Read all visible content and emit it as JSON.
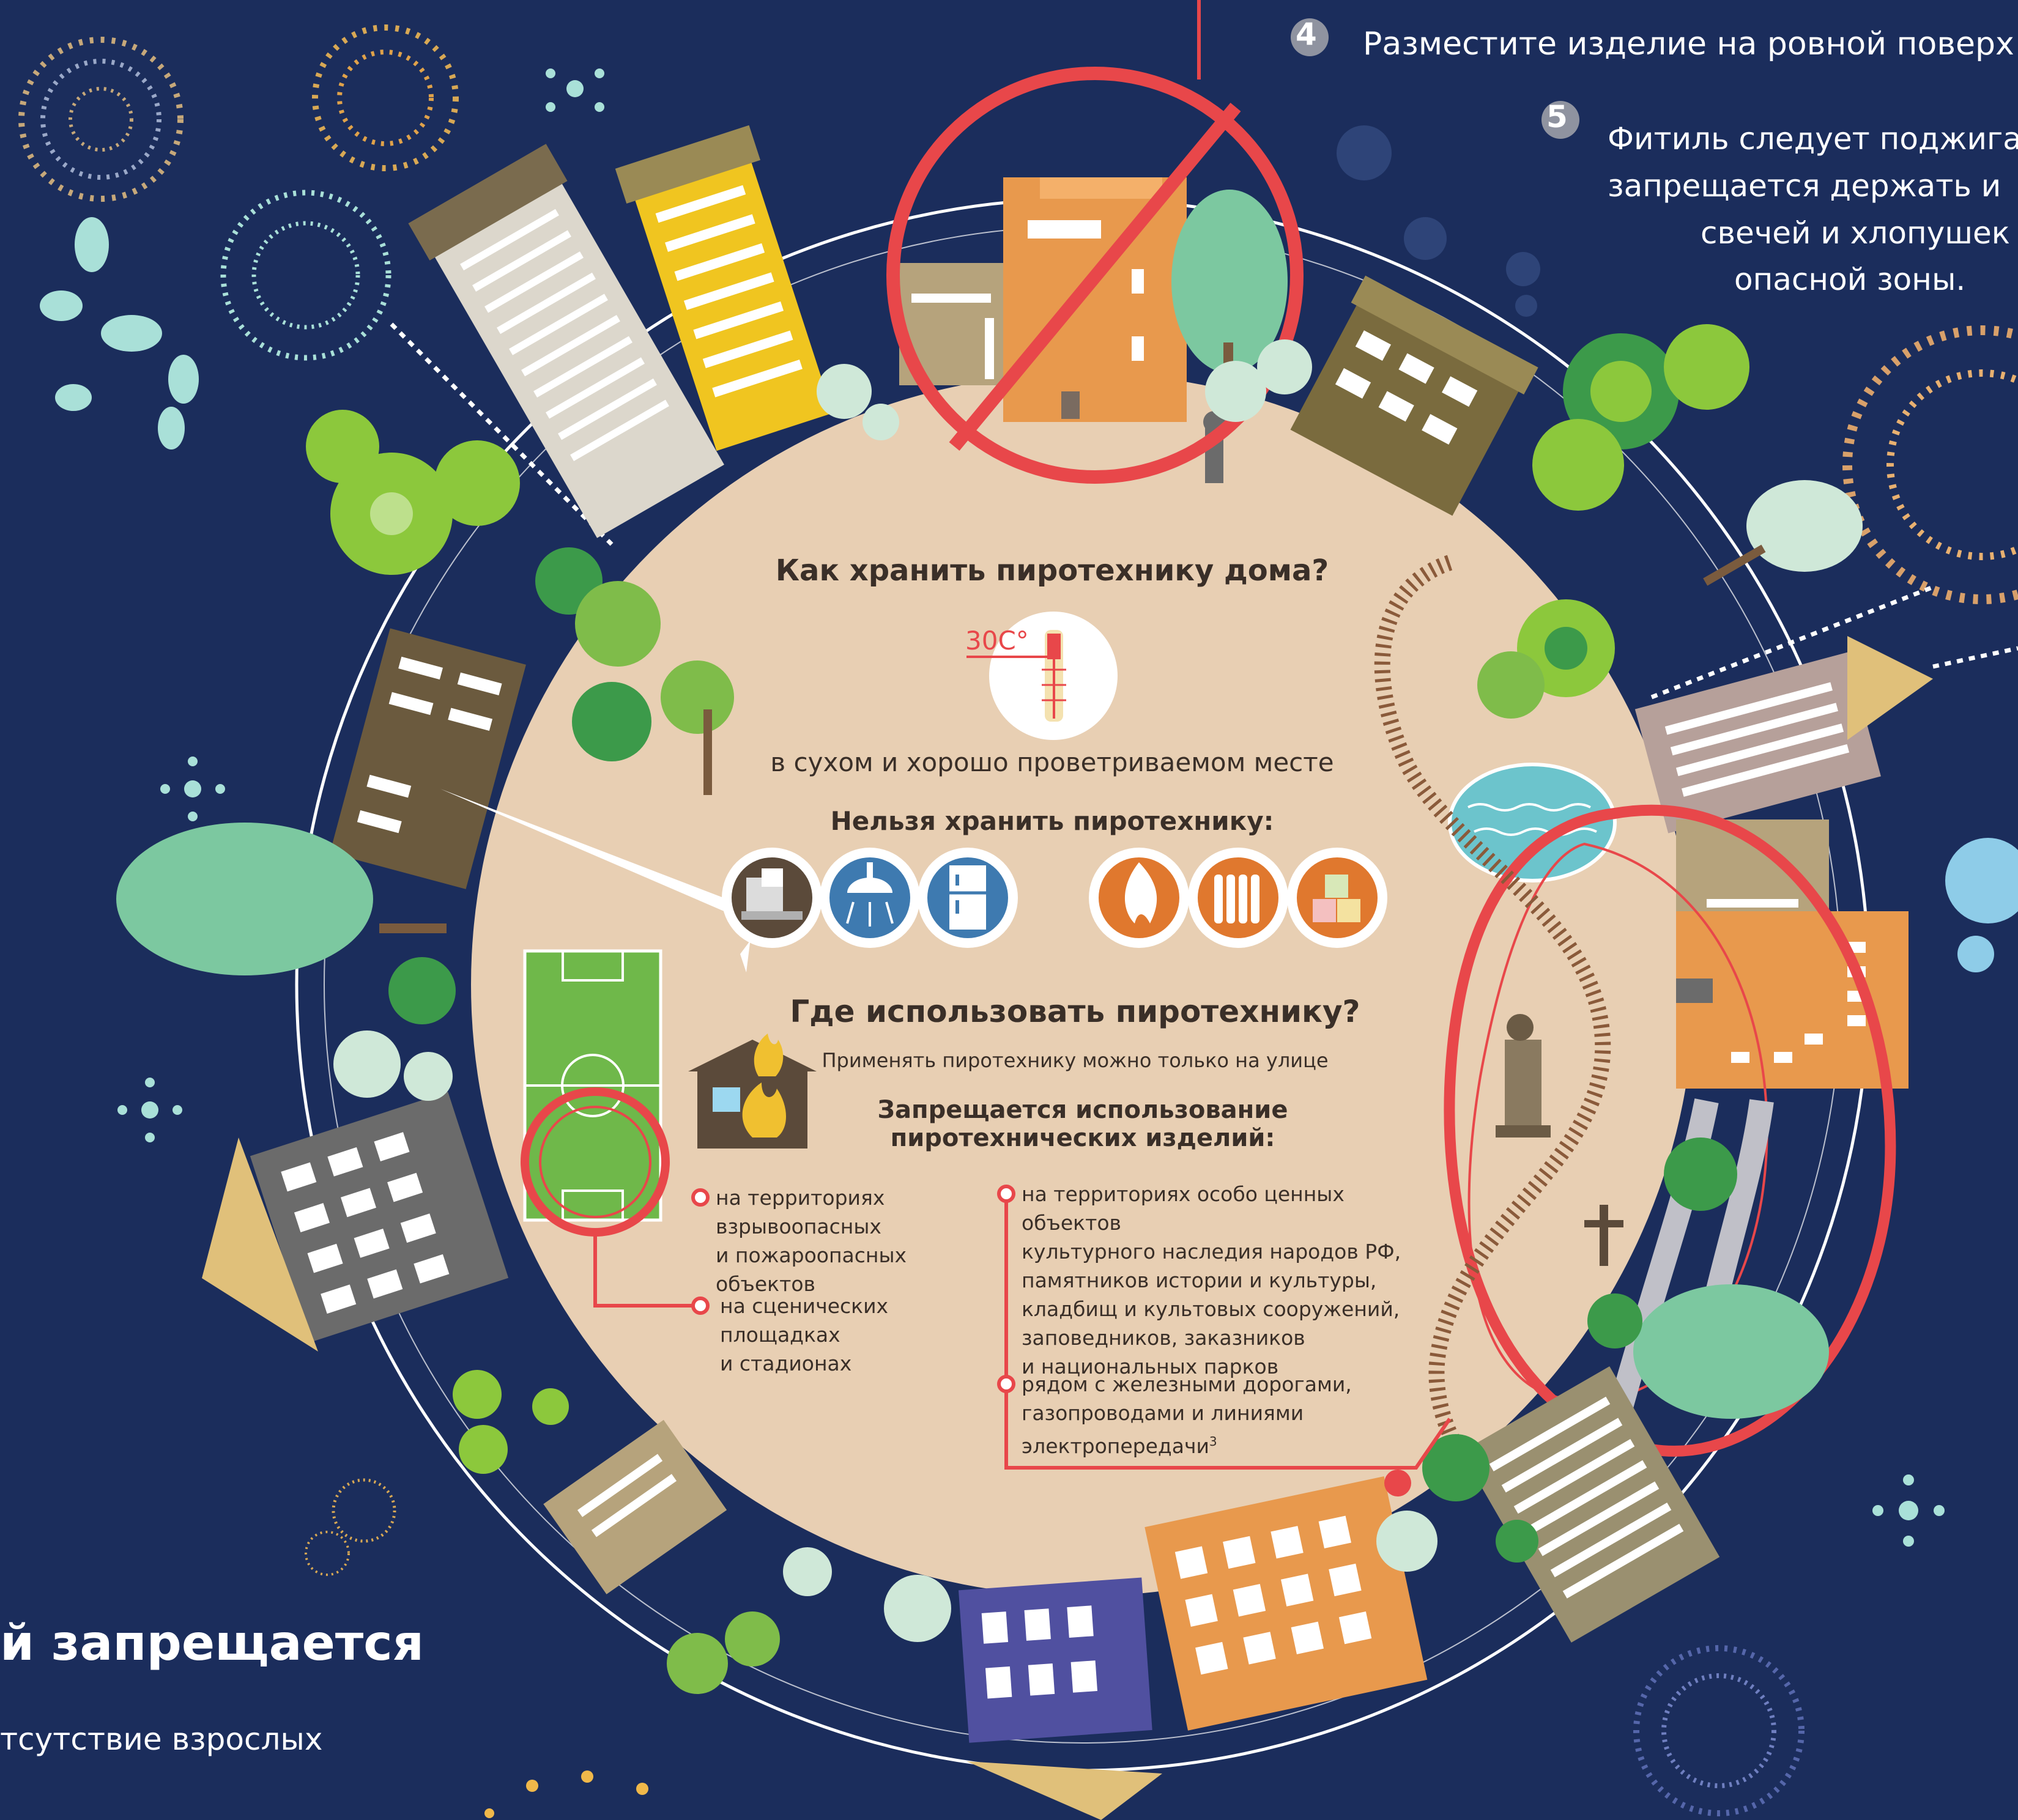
{
  "rules": {
    "rule4": {
      "number": "4",
      "text": "Разместите изделие на ровной поверх"
    },
    "rule5": {
      "number": "5",
      "lines": [
        "Фитиль следует поджига",
        "запрещается держать  и",
        "свечей и хлопушек",
        "опасной зоны."
      ]
    }
  },
  "storage": {
    "title": "Как хранить пиротехнику дома?",
    "temperature": "30С°",
    "condition": "в сухом и хорошо проветриваемом месте",
    "forbidden_title": "Нельзя хранить пиротехнику:",
    "forbidden_icons": [
      "storage-room-icon",
      "shower-icon",
      "fridge-icon",
      "fire-icon",
      "radiator-icon",
      "boxes-icon"
    ]
  },
  "usage": {
    "title": "Где использовать пиротехнику?",
    "subtitle": "Применять пиротехнику можно только на улице",
    "forbidden_title_line1": "Запрещается использование",
    "forbidden_title_line2": "пиротехнических изделий:",
    "items": [
      {
        "lines": [
          "на территориях",
          "взрывоопасных",
          "и пожароопасных объектов"
        ]
      },
      {
        "lines": [
          "на сценических площадках",
          "и стадионах"
        ]
      },
      {
        "lines": [
          "на территориях особо ценных объектов",
          "культурного наследия народов РФ,",
          "памятников истории и культуры,",
          "кладбищ и культовых сооружений,",
          "заповедников, заказников",
          "и национальных парков"
        ]
      },
      {
        "lines": [
          "рядом с железными дорогами,",
          "газопроводами и линиями",
          "электропередачи"
        ],
        "footnote": "3"
      }
    ]
  },
  "left_panel": {
    "heading_fragment": "й запрещается",
    "text_fragment": "тсутствие взрослых"
  },
  "colors": {
    "background": "#1b2d5c",
    "circle": "#e8cfb3",
    "accent_red": "#e8474a",
    "text_dark": "#3a2f28"
  }
}
